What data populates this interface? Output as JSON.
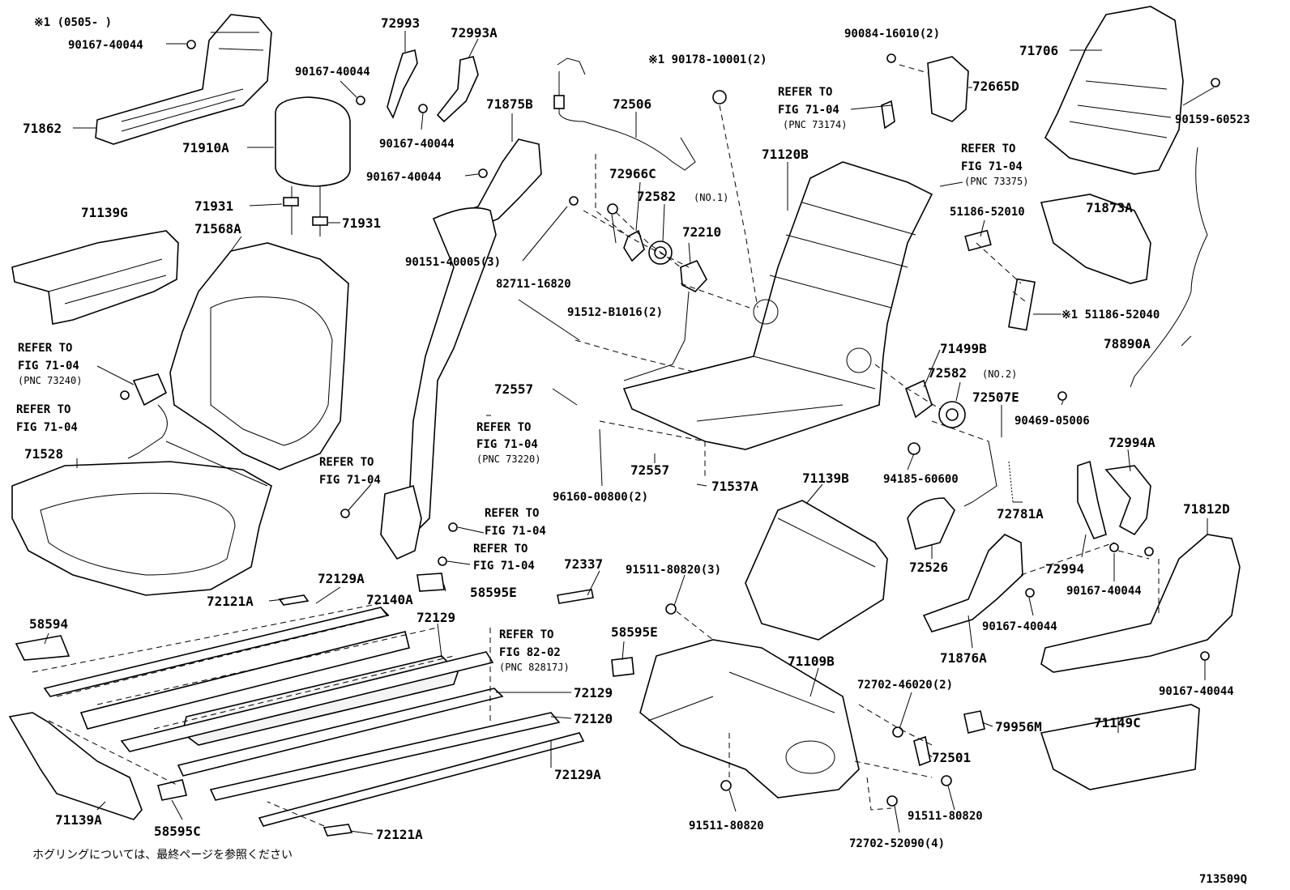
{
  "note_top": "※1 (0505-      )",
  "note_bottom": "ホグリングについては、最終ページを参照ください",
  "diagram_id": "713509Q",
  "labels": {
    "p71862": "71862",
    "p90167_40044_a": "90167-40044",
    "p72993": "72993",
    "p72993A": "72993A",
    "p90167_40044_b": "90167-40044",
    "p90167_40044_c": "90167-40044",
    "p71910A": "71910A",
    "p71875B": "71875B",
    "p90167_40044_d": "90167-40044",
    "p72506": "72506",
    "p90178": "※1 90178-10001(2)",
    "p90084": "90084-16010(2)",
    "p72665D": "72665D",
    "p71706": "71706",
    "p90159": "90159-60523",
    "p71139G": "71139G",
    "p71931_a": "71931",
    "p71931_b": "71931",
    "p71568A": "71568A",
    "p72966C": "72966C",
    "p72582_1": "72582",
    "p72582_1_sub": "(NO.1)",
    "p72210": "72210",
    "p71120B": "71120B",
    "p51186_52010": "51186-52010",
    "p71873A": "71873A",
    "p90151": "90151-40005(3)",
    "p82711": "82711-16820",
    "p91512": "91512-B1016(2)",
    "p51186_52040": "※1 51186-52040",
    "p78890A": "78890A",
    "p71499B": "71499B",
    "p72582_2": "72582",
    "p72582_2_sub": "(NO.2)",
    "p72557_a": "72557",
    "p72507E": "72507E",
    "p90469": "90469-05006",
    "p71528": "71528",
    "p72557_b": "72557",
    "p94185": "94185-60600",
    "p96160": "96160-00800(2)",
    "p71537A": "71537A",
    "p71139B": "71139B",
    "p72994A": "72994A",
    "p72781A": "72781A",
    "p71812D": "71812D",
    "p72526": "72526",
    "p72994": "72994",
    "p90167_40044_e": "90167-40044",
    "p72337": "72337",
    "p58595E_a": "58595E",
    "p91511_80820_3": "91511-80820(3)",
    "p72129A_a": "72129A",
    "p72121A_a": "72121A",
    "p72140A": "72140A",
    "p58594": "58594",
    "p72129_a": "72129",
    "p58595E_b": "58595E",
    "p90167_40044_f": "90167-40044",
    "p71876A": "71876A",
    "p71109B": "71109B",
    "p72702_46020": "72702-46020(2)",
    "p90167_40044_g": "90167-40044",
    "p72129_b": "72129",
    "p72120": "72120",
    "p71149C": "71149C",
    "p79956M": "79956M",
    "p72501": "72501",
    "p72129A_b": "72129A",
    "p71139A": "71139A",
    "p58595C": "58595C",
    "p72121A_b": "72121A",
    "p91511_80820_a": "91511-80820",
    "p91511_80820_b": "91511-80820",
    "p72702_52090": "72702-52090(4)"
  },
  "refers": {
    "r73240": {
      "l1": "REFER TO",
      "l2": "FIG 71-04",
      "l3": "(PNC 73240)"
    },
    "r_plain1": {
      "l1": "REFER TO",
      "l2": "FIG 71-04"
    },
    "r73174": {
      "l1": "REFER TO",
      "l2": "FIG 71-04",
      "l3": "(PNC 73174)"
    },
    "r73375": {
      "l1": "REFER TO",
      "l2": "FIG 71-04",
      "l3": "(PNC 73375)"
    },
    "r73220": {
      "l1": "REFER TO",
      "l2": "FIG 71-04",
      "l3": "(PNC 73220)"
    },
    "r_plain2": {
      "l1": "REFER TO",
      "l2": "FIG 71-04"
    },
    "r_plain3": {
      "l1": "REFER TO",
      "l2": "FIG 71-04"
    },
    "r_plain4": {
      "l1": "REFER TO",
      "l2": "FIG 71-04"
    },
    "r82817J": {
      "l1": "REFER TO",
      "l2": "FIG 82-02",
      "l3": "(PNC 82817J)"
    }
  }
}
